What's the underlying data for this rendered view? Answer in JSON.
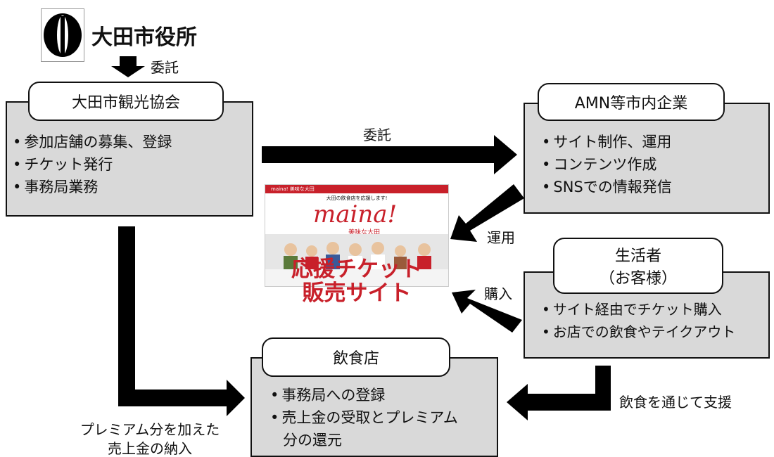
{
  "header": {
    "org": "大田市役所",
    "commission": "委託"
  },
  "boxes": {
    "kanko": {
      "title": "大田市観光協会",
      "items": [
        "参加店舗の募集、登録",
        "チケット発行",
        "事務局業務"
      ]
    },
    "amn": {
      "title": "AMN等市内企業",
      "items": [
        "サイト制作、運用",
        "コンテンツ作成",
        "SNSでの情報発信"
      ]
    },
    "customer": {
      "title_line1": "生活者",
      "title_line2": "（お客様）",
      "items": [
        "サイト経由でチケット購入",
        "お店での飲食やテイクアウト"
      ]
    },
    "restaurant": {
      "title": "飲食店",
      "items": [
        "事務局への登録",
        "売上金の受取とプレミアム",
        "分の還元"
      ]
    }
  },
  "arrows": {
    "commission_to_amn": "委託",
    "operation": "運用",
    "purchase": "購入",
    "support": "飲食を通じて支援",
    "payment_line1": "プレミアム分を加えた",
    "payment_line2": "売上金の納入"
  },
  "site": {
    "bar_text": "maina! 美味な大田",
    "subtitle": "大田の飲食店を応援します!",
    "logo": "maina!",
    "logo_sub": "美味な大田",
    "overlay_line1": "応援チケット",
    "overlay_line2": "販売サイト"
  },
  "colors": {
    "box_gray": "#d9d9d9",
    "accent_red": "#c8202a",
    "arrow": "#000000"
  }
}
